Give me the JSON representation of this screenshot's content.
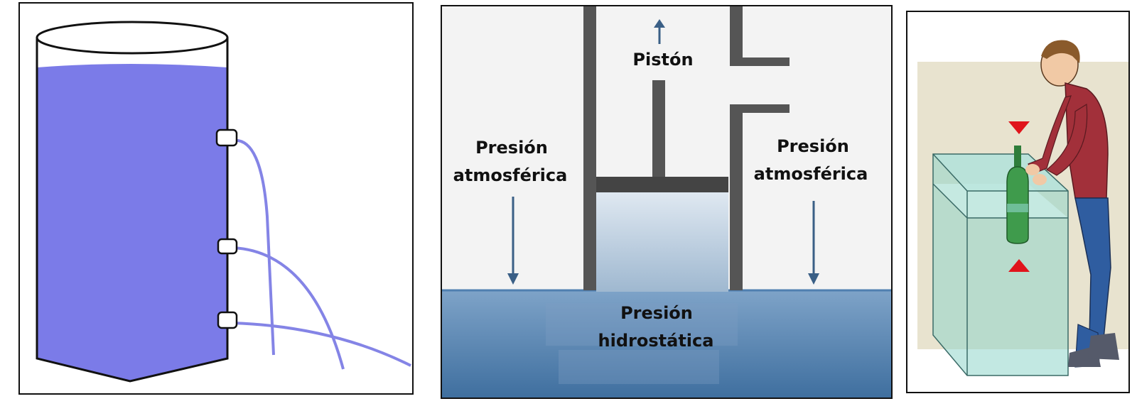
{
  "piston_diagram": {
    "piston_label": "Pistón",
    "atm_left": [
      "Presión",
      "atmosférica"
    ],
    "atm_right": [
      "Presión",
      "atmosférica"
    ],
    "hydro": [
      "Presión",
      "hidrostática"
    ]
  },
  "colors": {
    "tank_water": "#7b7be8",
    "water_stream": "#8484e6",
    "piston_water": "#4f7fb0",
    "arrow": "#3a5f86",
    "pressure_marker": "#e0141b"
  }
}
